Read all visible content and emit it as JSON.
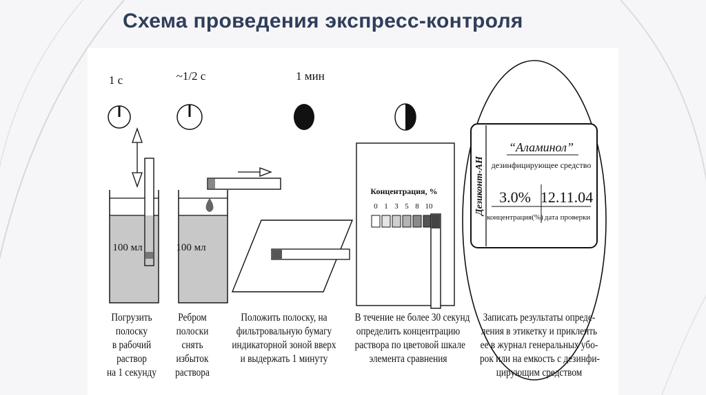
{
  "title": "Схема проведения экспресс-контроля",
  "steps": [
    {
      "time": "1 с",
      "volume": "100 мл",
      "caption": [
        "Погрузить",
        "полоску",
        "в рабочий",
        "раствор",
        "на 1 секунду"
      ]
    },
    {
      "time": "~1/2 с",
      "volume": "100 мл",
      "caption": [
        "Ребром",
        "полоски",
        "снять",
        "избыток",
        "раствора"
      ]
    },
    {
      "time": "1 мин",
      "caption": [
        "Положить полоску, на",
        "фильтровальную бумагу",
        "индикаторной зоной вверх",
        "и выдержать 1 минуту"
      ]
    },
    {
      "scale_title": "Концентрация, %",
      "scale_values": [
        "0",
        "1",
        "3",
        "5",
        "8",
        "10"
      ],
      "caption": [
        "В течение не более 30 секунд",
        "определить концентрацию",
        "раствора по цветовой шкале",
        "элемента сравнения"
      ]
    },
    {
      "label": {
        "brand": "Дезиконт-АН",
        "product": "“Аламинол”",
        "product_type": "дезинфицирующее средство",
        "concentration_value": "3.0%",
        "date_value": "12.11.04",
        "concentration_label": "концентрация(%)",
        "date_label": "дата проверки"
      },
      "caption": [
        "Записать результаты опреде-",
        "ления в этикетку и приклеить",
        "ее в журнал генеральных убо-",
        "рок или на емкость с дезинфи-",
        "цирующим средством"
      ]
    }
  ]
}
